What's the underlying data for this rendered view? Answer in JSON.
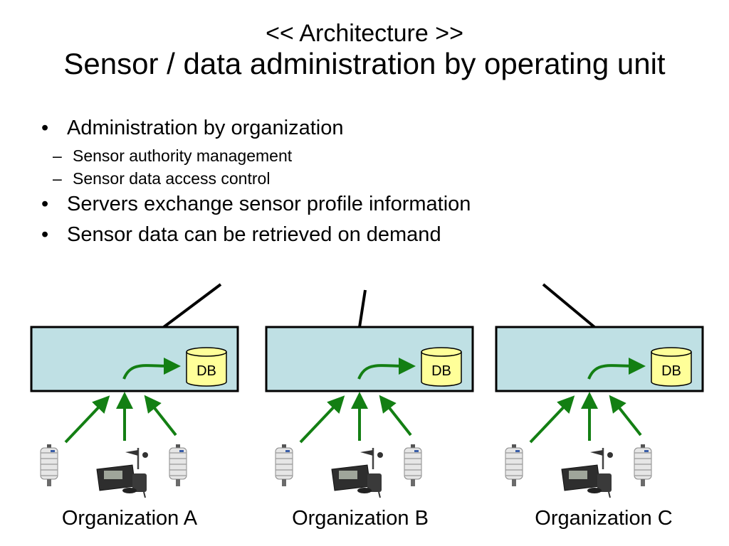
{
  "slide": {
    "supertitle": "<< Architecture >>",
    "title": "Sensor / data administration by operating unit"
  },
  "bullets": [
    {
      "text": "Administration by organization",
      "subitems": [
        "Sensor authority management",
        "Sensor data access control"
      ]
    },
    {
      "text": "Servers exchange sensor profile information",
      "subitems": []
    },
    {
      "text": "Sensor data can be retrieved on demand",
      "subitems": []
    }
  ],
  "markers": {
    "bullet": "•",
    "dash": "–"
  },
  "organizations": [
    {
      "name": "Organization A",
      "db_label": "DB"
    },
    {
      "name": "Organization B",
      "db_label": "DB"
    },
    {
      "name": "Organization C",
      "db_label": "DB"
    }
  ],
  "icons": {
    "server_box": "server-box",
    "database": "database-cylinder-icon",
    "flow_arrow": "curved-arrow-icon",
    "sensor": "weather-sensor-icon",
    "station": "weather-station-icon"
  },
  "colors": {
    "server_fill": "#bfe0e4",
    "db_fill": "#ffff99",
    "arrow_green": "#137f13",
    "outline": "#000000"
  }
}
